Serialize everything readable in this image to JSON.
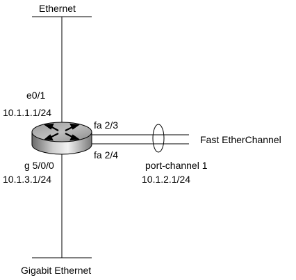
{
  "diagram": {
    "top_network": "Ethernet",
    "bottom_network": "Gigabit Ethernet",
    "right_network": "Fast EtherChannel",
    "router": {
      "top_interface": "e0/1",
      "top_ip": "10.1.1.1/24",
      "bottom_interface": "g 5/0/0",
      "bottom_ip": "10.1.3.1/24",
      "port_upper": "fa 2/3",
      "port_lower": "fa 2/4",
      "channel_name": "port-channel 1",
      "channel_ip": "10.1.2.1/24"
    }
  }
}
